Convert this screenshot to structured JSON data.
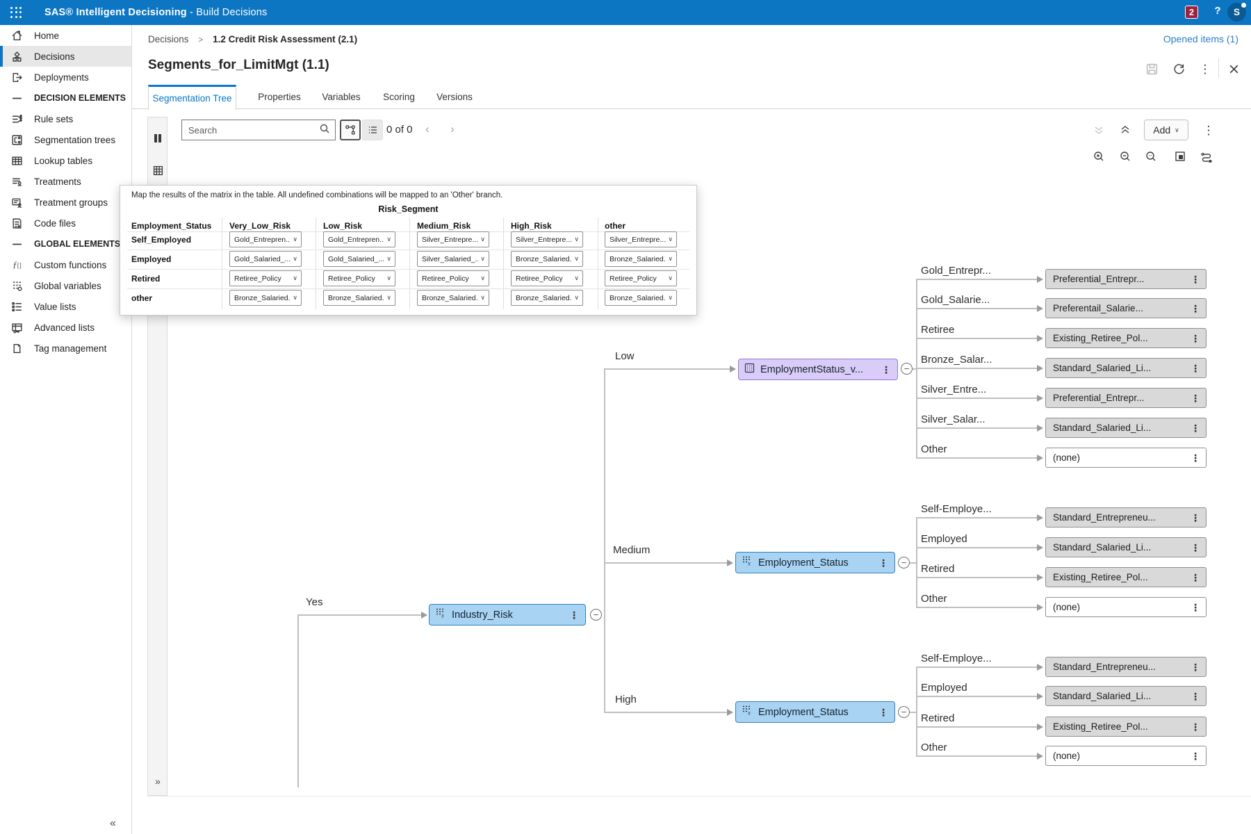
{
  "app": {
    "title_bold": "SAS® Intelligent Decisioning",
    "title_rest": " - Build Decisions",
    "notification_count": "2",
    "help_label": "?",
    "avatar_initial": "S"
  },
  "icons": {
    "kebab": "⋮",
    "chevron_down": "∨",
    "minus": "−",
    "collapse_left": "«",
    "expand_right": "»",
    "chevron_prev": "‹",
    "chevron_next": "›",
    "breadcrumb_sep": ">"
  },
  "sidebar": {
    "items": [
      {
        "label": "Home"
      },
      {
        "label": "Decisions"
      },
      {
        "label": "Deployments"
      },
      {
        "label": "DECISION ELEMENTS"
      },
      {
        "label": "Rule sets"
      },
      {
        "label": "Segmentation trees"
      },
      {
        "label": "Lookup tables"
      },
      {
        "label": "Treatments"
      },
      {
        "label": "Treatment groups"
      },
      {
        "label": "Code files"
      },
      {
        "label": "GLOBAL ELEMENTS"
      },
      {
        "label": "Custom functions"
      },
      {
        "label": "Global variables"
      },
      {
        "label": "Value lists"
      },
      {
        "label": "Advanced lists"
      },
      {
        "label": "Tag management"
      }
    ]
  },
  "breadcrumb": {
    "parent": "Decisions",
    "current": "1.2 Credit Risk Assessment (2.1)",
    "opened_items": "Opened items (1)"
  },
  "page": {
    "title": "Segments_for_LimitMgt (1.1)"
  },
  "tabs": {
    "active": "Segmentation Tree",
    "tab2": "Properties",
    "tab3": "Variables",
    "tab4": "Scoring",
    "tab5": "Versions"
  },
  "toolbar": {
    "search_placeholder": "Search",
    "result_count": "0 of 0",
    "add_label": "Add"
  },
  "matrix": {
    "note": "Map the results of the matrix in the table. All undefined combinations will be mapped to an 'Other' branch.",
    "group_header": "Risk_Segment",
    "columns": [
      "Employment_Status",
      "Very_Low_Risk",
      "Low_Risk",
      "Medium_Risk",
      "High_Risk",
      "other"
    ],
    "rows": [
      {
        "label": "Self_Employed",
        "cells": [
          "Gold_Entrepren...",
          "Gold_Entrepren...",
          "Silver_Entrepre...",
          "Silver_Entrepre...",
          "Silver_Entrepre..."
        ]
      },
      {
        "label": "Employed",
        "cells": [
          "Gold_Salaried_...",
          "Gold_Salaried_...",
          "Silver_Salaried_...",
          "Bronze_Salaried...",
          "Bronze_Salaried..."
        ]
      },
      {
        "label": "Retired",
        "cells": [
          "Retiree_Policy",
          "Retiree_Policy",
          "Retiree_Policy",
          "Retiree_Policy",
          "Retiree_Policy"
        ]
      },
      {
        "label": "other",
        "cells": [
          "Bronze_Salaried...",
          "Bronze_Salaried...",
          "Bronze_Salaried...",
          "Bronze_Salaried...",
          "Bronze_Salaried..."
        ]
      }
    ]
  },
  "tree": {
    "yes_label": "Yes",
    "root_node": {
      "label": "Industry_Risk"
    },
    "branches": [
      {
        "label": "Low",
        "node": "EmploymentStatus_v...",
        "children": [
          {
            "branch": "Gold_Entrepr...",
            "leaf": "Preferential_Entrepr..."
          },
          {
            "branch": "Gold_Salarie...",
            "leaf": "Preferentail_Salarie..."
          },
          {
            "branch": "Retiree",
            "leaf": "Existing_Retiree_Pol..."
          },
          {
            "branch": "Bronze_Salar...",
            "leaf": "Standard_Salaried_Li..."
          },
          {
            "branch": "Silver_Entre...",
            "leaf": "Preferential_Entrepr..."
          },
          {
            "branch": "Silver_Salar...",
            "leaf": "Standard_Salaried_Li..."
          },
          {
            "branch": "Other",
            "leaf": "(none)"
          }
        ]
      },
      {
        "label": "Medium",
        "node": "Employment_Status",
        "children": [
          {
            "branch": "Self-Employe...",
            "leaf": "Standard_Entrepreneu..."
          },
          {
            "branch": "Employed",
            "leaf": "Standard_Salaried_Li..."
          },
          {
            "branch": "Retired",
            "leaf": "Existing_Retiree_Pol..."
          },
          {
            "branch": "Other",
            "leaf": "(none)"
          }
        ]
      },
      {
        "label": "High",
        "node": "Employment_Status",
        "children": [
          {
            "branch": "Self-Employe...",
            "leaf": "Standard_Entrepreneu..."
          },
          {
            "branch": "Employed",
            "leaf": "Standard_Salaried_Li..."
          },
          {
            "branch": "Retired",
            "leaf": "Existing_Retiree_Pol..."
          },
          {
            "branch": "Other",
            "leaf": "(none)"
          }
        ]
      }
    ]
  },
  "colors": {
    "topbar": "#0d76c3",
    "accent_blue": "#0678c8",
    "badge_red": "#9e2140",
    "node_blue_fill": "#a9d3f3",
    "node_purple_fill": "#d9ccf8",
    "leaf_gray_fill": "#d9d9d9"
  }
}
